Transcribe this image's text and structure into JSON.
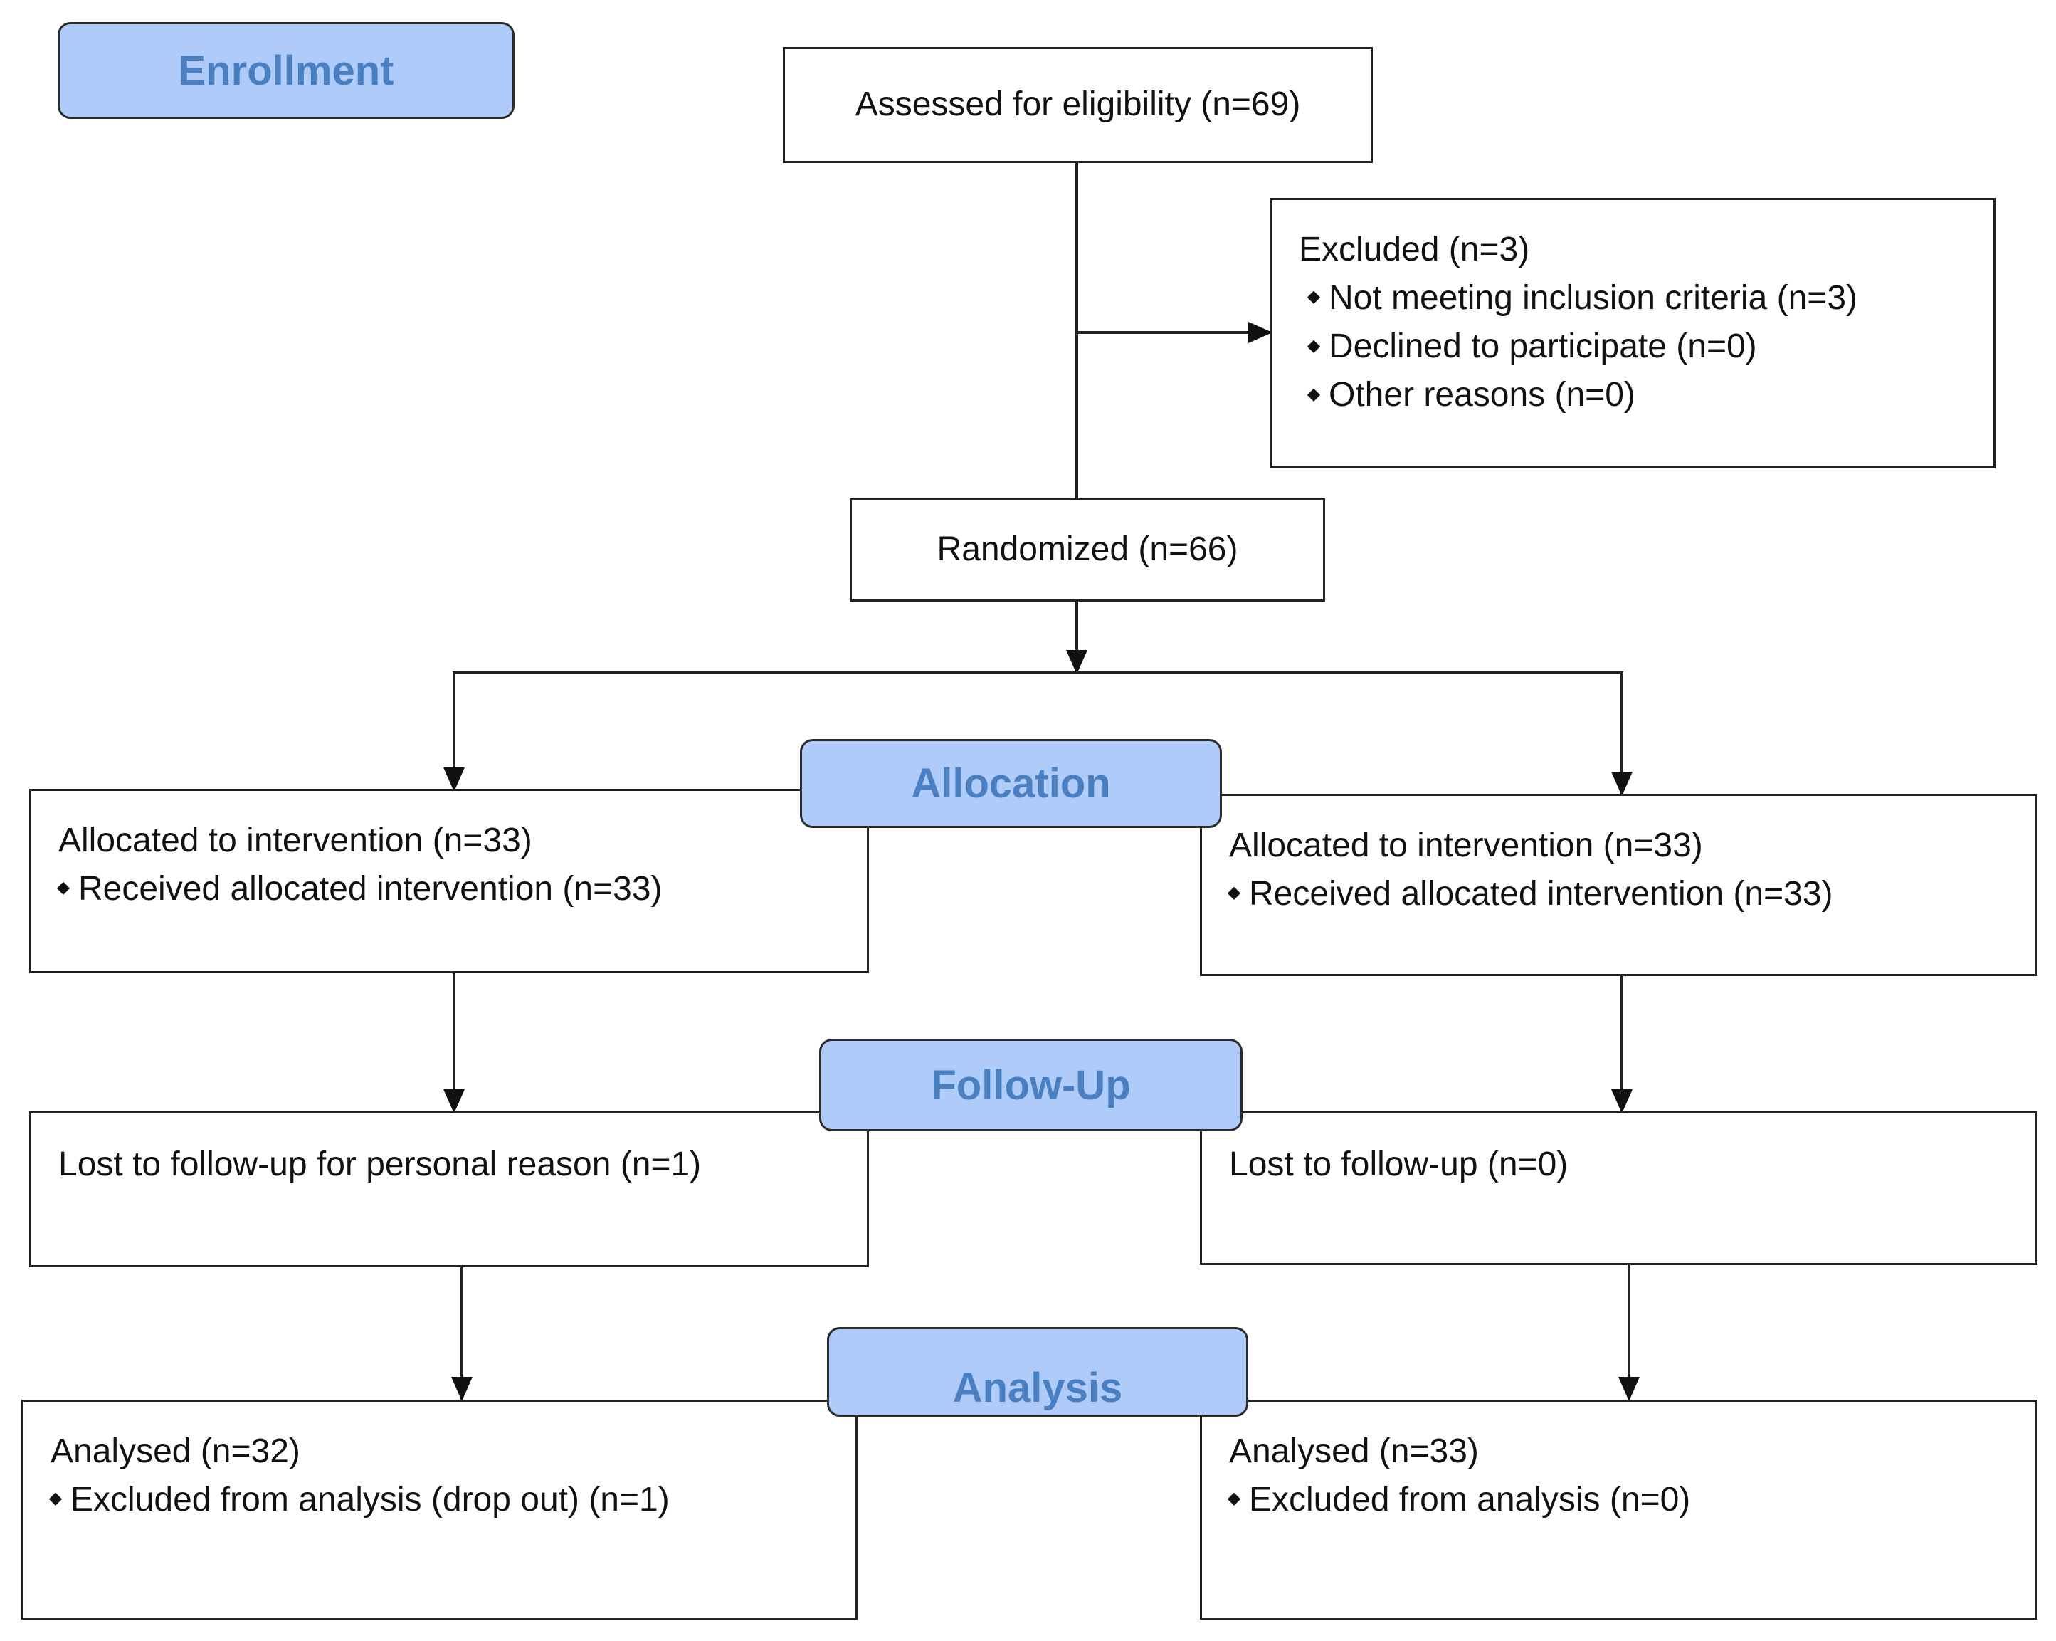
{
  "stages": {
    "enrollment": "Enrollment",
    "allocation": "Allocation",
    "follow_up": "Follow-Up",
    "analysis": "Analysis"
  },
  "assessed": "Assessed for eligibility (n=69)",
  "excluded": {
    "title": "Excluded (n=3)",
    "items": [
      "Not meeting inclusion criteria (n=3)",
      "Declined to participate (n=0)",
      "Other reasons (n=0)"
    ]
  },
  "randomized": "Randomized (n=66)",
  "allocation": {
    "left": {
      "title": "Allocated to intervention (n=33)",
      "item": "Received allocated intervention (n=33)"
    },
    "right": {
      "title": "Allocated to intervention (n=33)",
      "item": "Received allocated intervention (n=33)"
    }
  },
  "follow_up": {
    "left": "Lost to follow-up for personal reason (n=1)",
    "right": "Lost to follow-up (n=0)"
  },
  "analysis": {
    "left": {
      "title": "Analysed (n=32)",
      "item": "Excluded from analysis (drop out) (n=1)"
    },
    "right": {
      "title": "Analysed (n=33)",
      "item": "Excluded from analysis (n=0)"
    }
  }
}
